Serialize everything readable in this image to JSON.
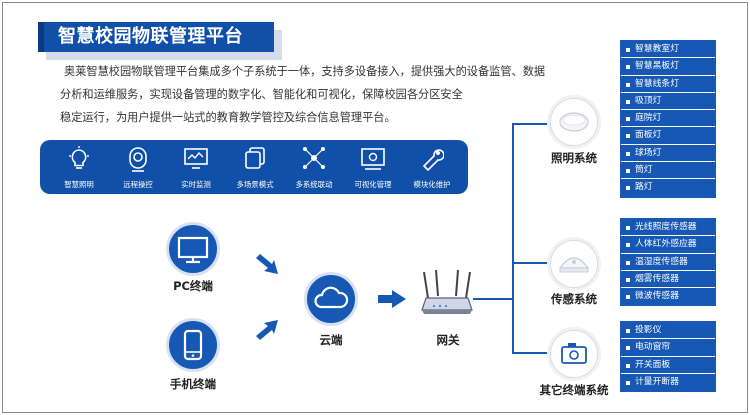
{
  "title": "智慧校园物联管理平台",
  "description": [
    "奥莱智慧校园物联管理平台集成多个子系统于一体，支持多设备接入，提供强大的设备监管、数据",
    "分析和运维服务，实现设备管理的数字化、智能化和可视化，保障校园各分区安全",
    "稳定运行，为用户提供一站式的教育教学管控及综合信息管理平台。"
  ],
  "features": [
    {
      "label": "智慧照明",
      "icon": "bulb-icon"
    },
    {
      "label": "远程操控",
      "icon": "camera-icon"
    },
    {
      "label": "实时监测",
      "icon": "monitor-icon"
    },
    {
      "label": "多场景模式",
      "icon": "layers-icon"
    },
    {
      "label": "多系统联动",
      "icon": "network-icon"
    },
    {
      "label": "可视化管理",
      "icon": "screen-icon"
    },
    {
      "label": "模块化维护",
      "icon": "wrench-icon"
    }
  ],
  "nodes": {
    "pc": "PC终端",
    "mobile": "手机终端",
    "cloud": "云端",
    "gateway": "网关"
  },
  "systems": [
    {
      "name": "照明系统",
      "icon": "ceiling-light-icon",
      "items": [
        "智慧教室灯",
        "智慧黑板灯",
        "智慧线条灯",
        "吸顶灯",
        "庭院灯",
        "面板灯",
        "球场灯",
        "筒灯",
        "路灯"
      ]
    },
    {
      "name": "传感系统",
      "icon": "sensor-icon",
      "items": [
        "光线照度传感器",
        "人体红外感应器",
        "温湿度传感器",
        "烟雾传感器",
        "微波传感器"
      ]
    },
    {
      "name": "其它终端系统",
      "icon": "terminal-icon",
      "items": [
        "投影仪",
        "电动窗帘",
        "开关面板",
        "计量开断器"
      ]
    }
  ],
  "colors": {
    "primary": "#1150a8",
    "accent": "#1658b4",
    "text": "#333333"
  }
}
